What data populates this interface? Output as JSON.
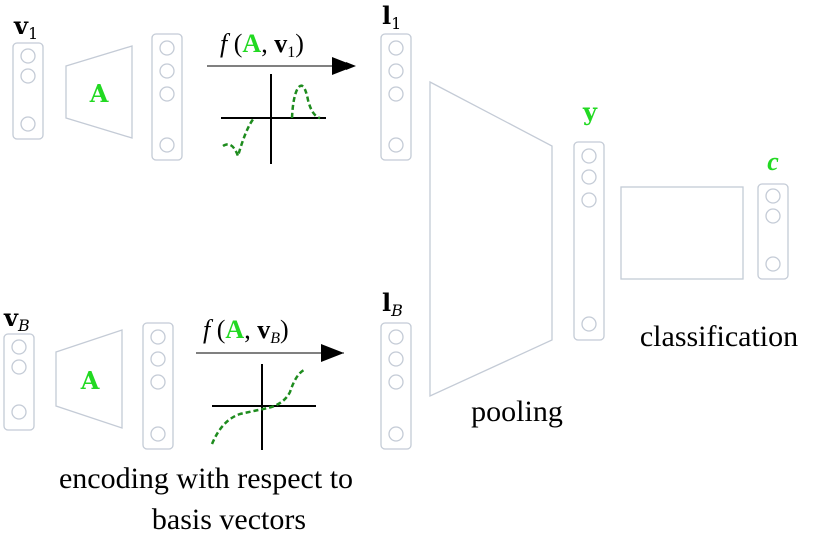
{
  "colors": {
    "accent": "#22d922",
    "outline": "#c4cbd6",
    "curve": "#1e8c1e",
    "ink": "#000000"
  },
  "top_branch": {
    "input_label": "v",
    "input_sub": "1",
    "matrix_label": "A",
    "function_prefix": "f",
    "function_matrix": "A",
    "function_vec": "v",
    "function_sub": "1",
    "output_label": "l",
    "output_sub": "1"
  },
  "bottom_branch": {
    "input_label": "v",
    "input_sub": "B",
    "matrix_label": "A",
    "function_prefix": "f",
    "function_matrix": "A",
    "function_vec": "v",
    "function_sub": "B",
    "output_label": "l",
    "output_sub": "B"
  },
  "pooled_label": "y",
  "class_label": "c",
  "captions": {
    "encoding_line1": "encoding with respect to",
    "encoding_line2": "basis vectors",
    "pooling": "pooling",
    "classification": "classification"
  }
}
